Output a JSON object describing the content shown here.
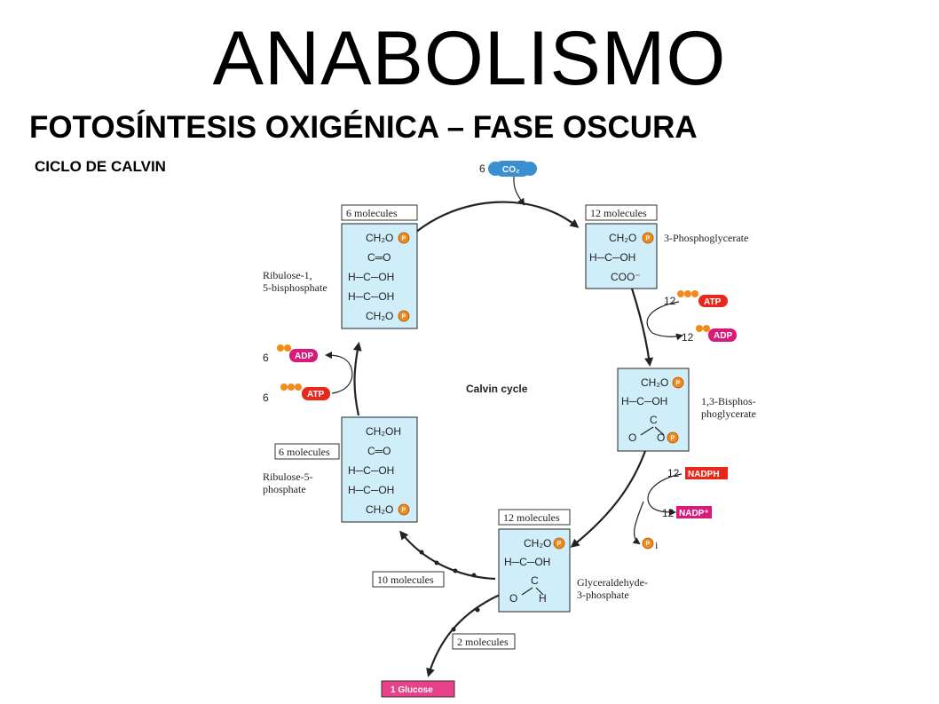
{
  "title": "ANABOLISMO",
  "subtitle": "FOTOSÍNTESIS OXIGÉNICA – FASE OSCURA",
  "section": "CICLO DE CALVIN",
  "diagram": {
    "center_label": "Calvin cycle",
    "co2": {
      "count": "6",
      "label": "CO₂"
    },
    "boxes": {
      "rubp": {
        "count_label": "6 molecules",
        "name": "Ribulose-1,\n5-bisphosphate",
        "lines": [
          "CH₂O",
          "C═O",
          "H─C─OH",
          "H─C─OH",
          "CH₂O"
        ]
      },
      "pga": {
        "count_label": "12 molecules",
        "name": "3-Phosphoglycerate",
        "lines": [
          "CH₂O",
          "H─C─OH",
          "COO⁻"
        ]
      },
      "bpg": {
        "count_label": "",
        "name": "1,3-Bisphos-\nphoglycerate",
        "lines": [
          "CH₂O",
          "H─C─OH",
          "C",
          "O",
          "O"
        ]
      },
      "g3p": {
        "count_label": "12 molecules",
        "name": "Glyceraldehyde-\n3-phosphate",
        "lines": [
          "CH₂O",
          "H─C─OH",
          "C",
          "O",
          "H"
        ]
      },
      "ru5p": {
        "count_label": "6 molecules",
        "name": "Ribulose-5-\nphosphate",
        "lines": [
          "CH₂OH",
          "C═O",
          "H─C─OH",
          "H─C─OH",
          "CH₂O"
        ]
      }
    },
    "atp_in_1": {
      "count": "12",
      "label": "ATP"
    },
    "adp_out_1": {
      "count": "12",
      "label": "ADP"
    },
    "nadph_in": {
      "count": "12",
      "label": "NADPH"
    },
    "nadp_out": {
      "count": "12",
      "label": "NADP⁺"
    },
    "pi_out": {
      "label": "P",
      "sub": "i"
    },
    "atp_in_2": {
      "count": "6",
      "label": "ATP"
    },
    "adp_out_2": {
      "count": "6",
      "label": "ADP"
    },
    "ten_label": "10 molecules",
    "two_label": "2 molecules",
    "glucose_label": "1 Glucose",
    "phosphate_symbol": "P",
    "colors": {
      "box_fill": "#cfeefa",
      "atp": "#e8281d",
      "adp": "#d81b7a",
      "nadph": "#e8281d",
      "nadp": "#d81b7a",
      "glucose": "#e8418a",
      "co2": "#3a8fd0",
      "phosphate": "#f28a1a"
    }
  }
}
